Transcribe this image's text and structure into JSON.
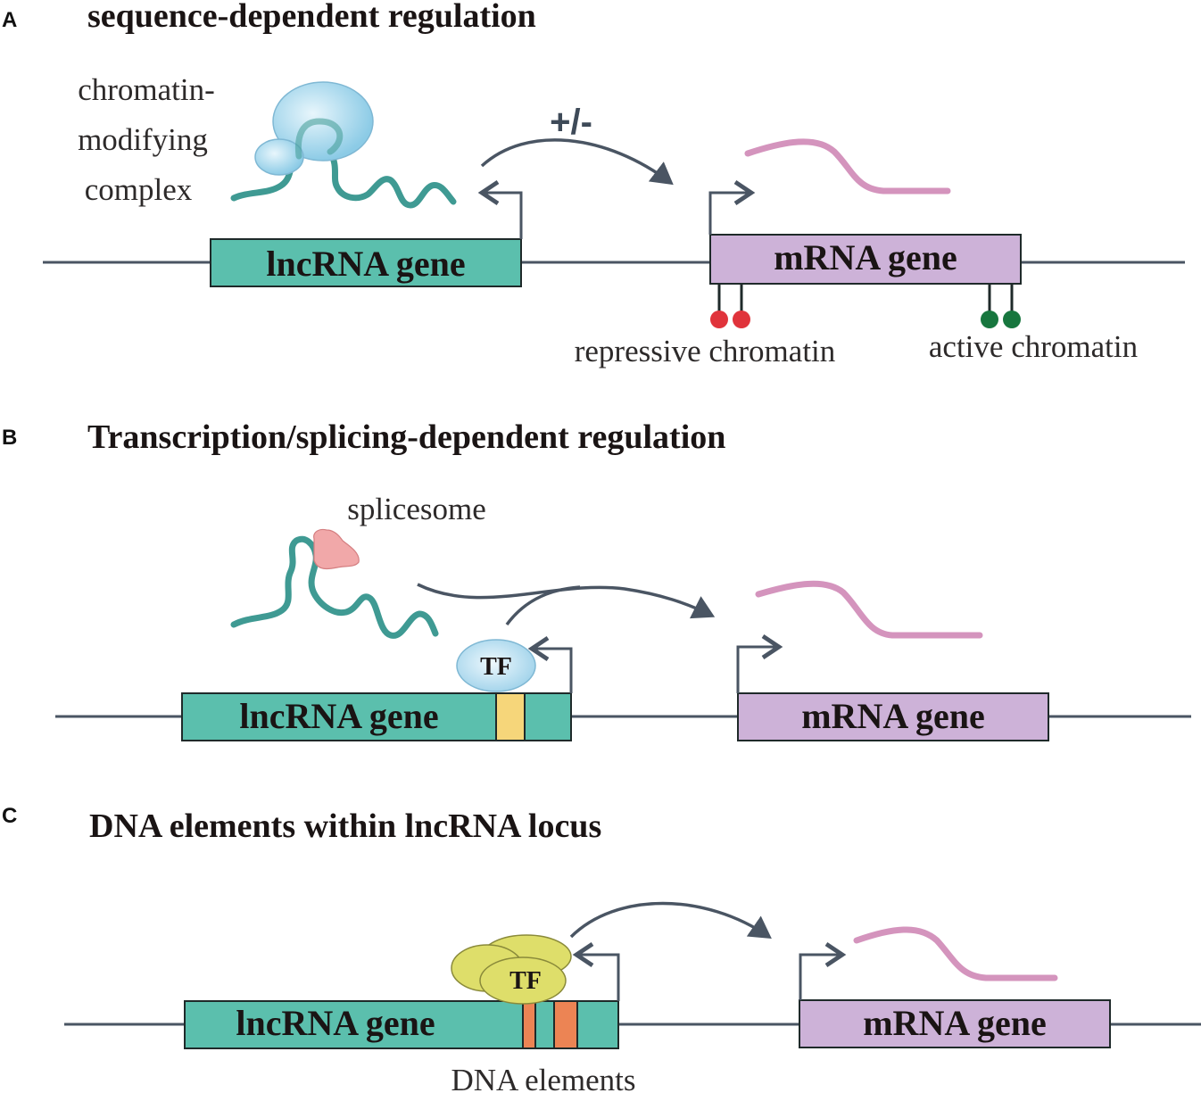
{
  "colors": {
    "dna_line": "#4a5563",
    "lncrna_gene": "#5bbfad",
    "mrna_gene": "#cdb2d8",
    "rna_strand": "#3f9a93",
    "mrna_transcript": "#d494bd",
    "chromatin_complex": "#a9d9ee",
    "spliceosome": "#f1a8a9",
    "tf_blue": "#b5def1",
    "tf_yellow": "#dede6a",
    "tf_site_yellow": "#f6d67a",
    "dna_element_orange": "#ec8454",
    "repressive_mark": "#e0333b",
    "active_mark": "#17763e",
    "arrow": "#4a5563"
  },
  "panels": [
    {
      "letter": "A",
      "title": "sequence-dependent regulation",
      "complex_label": [
        "chromatin-",
        "modifying",
        "complex"
      ],
      "regulation_sign": "+/-",
      "lncrna_label": "lncRNA gene",
      "mrna_label": "mRNA gene",
      "repressive_label": "repressive chromatin",
      "active_label": "active chromatin"
    },
    {
      "letter": "B",
      "title": "Transcription/splicing-dependent regulation",
      "spliceosome_label": "splicesome",
      "tf_label": "TF",
      "lncrna_label": "lncRNA gene",
      "mrna_label": "mRNA gene"
    },
    {
      "letter": "C",
      "title": "DNA elements within lncRNA locus",
      "tf_label": "TF",
      "lncrna_label": "lncRNA gene",
      "mrna_label": "mRNA gene",
      "elements_label": "DNA elements"
    }
  ]
}
